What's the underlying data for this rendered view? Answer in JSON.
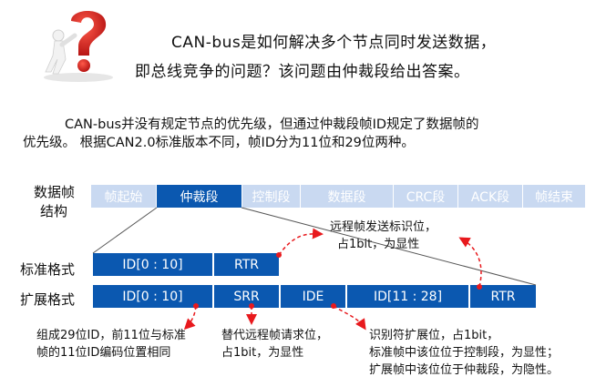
{
  "title": {
    "line1": "CAN-bus是如何解决多个节点同时发送数据，",
    "line2": "即总线竞争的问题？该问题由仲裁段给出答案。"
  },
  "description": {
    "line1": "CAN-bus并没有规定节点的优先级，但通过仲裁段帧ID规定了数据帧的",
    "line2": "优先级。 根据CAN2.0标准版本不同，帧ID分为11位和29位两种。"
  },
  "frame": {
    "label_line1": "数据帧",
    "label_line2": "结构",
    "segments": [
      "帧起始",
      "仲裁段",
      "控制段",
      "数据段",
      "CRC段",
      "ACK段",
      "帧结束"
    ]
  },
  "standard": {
    "label": "标准格式",
    "fields": [
      "ID[0 : 10]",
      "RTR"
    ]
  },
  "extended": {
    "label": "扩展格式",
    "fields": [
      "ID[0 : 10]",
      "SRR",
      "IDE",
      "ID[11 : 28]",
      "RTR"
    ]
  },
  "notes": {
    "rtr_line1": "远程帧发送标识位，",
    "rtr_line2": "占1bit，为显性",
    "id_line1": "组成29位ID，前11位与标准",
    "id_line2": "帧的11位ID编码位置相同",
    "srr_line1": "替代远程帧请求位，",
    "srr_line2": "占1bit，为显性",
    "ide_line1": "识别符扩展位，占1bit，",
    "ide_line2": "标准帧中该位位于控制段，为显性；",
    "ide_line3": "扩展帧中该位位于仲裁段，为隐性。"
  },
  "colors": {
    "highlight": "#0b58b0",
    "segment": "#c9d9f1",
    "arrow": "#e8191d",
    "icon": "#d41f1f"
  },
  "icons": [
    "question-mark-person-icon"
  ]
}
